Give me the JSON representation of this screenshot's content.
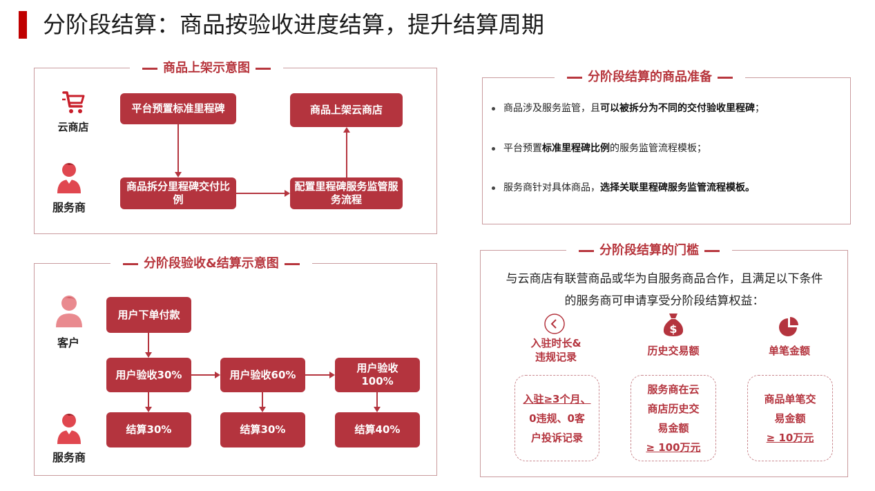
{
  "title": "分阶段结算：商品按验收进度结算，提升结算周期",
  "colors": {
    "accent": "#b4343e",
    "title_bar": "#c00000",
    "panel_border": "#c99a9d"
  },
  "listing": {
    "title": "商品上架示意图",
    "actors": [
      {
        "icon": "shopping-cart-icon",
        "label": "云商店"
      },
      {
        "icon": "service-provider-icon",
        "label": "服务商"
      }
    ],
    "boxes": [
      "平台预置标准里程碑",
      "商品拆分里程碑交付比例",
      "配置里程碑服务监管服务流程",
      "商品上架云商店"
    ]
  },
  "settlement": {
    "title": "分阶段验收&结算示意图",
    "actors": [
      {
        "icon": "customer-icon",
        "label": "客户"
      },
      {
        "icon": "service-provider-icon",
        "label": "服务商"
      }
    ],
    "order_box": "用户下单付款",
    "accept_boxes": [
      "用户验收30%",
      "用户验收60%",
      "用户验收100%"
    ],
    "settle_boxes": [
      "结算30%",
      "结算30%",
      "结算40%"
    ]
  },
  "preparation": {
    "title": "分阶段结算的商品准备",
    "bullets": [
      {
        "pre": "商品涉及服务监管，且",
        "bold": "可以被拆分为不同的交付验收里程碑",
        "post": "；"
      },
      {
        "pre": "平台预置",
        "bold": "标准里程碑比例",
        "post": "的服务监管流程模板；"
      },
      {
        "pre": "服务商针对具体商品，",
        "bold": "选择关联里程碑服务监管流程模板。",
        "post": ""
      }
    ]
  },
  "threshold": {
    "title": "分阶段结算的门槛",
    "intro_line1": "与云商店有联营商品或华为自服务商品合作，且满足以下条件",
    "intro_line2": "的服务商可申请享受分阶段结算权益：",
    "criteria": [
      {
        "icon": "chevron-left-circle-icon",
        "label_line1": "入驻时长&",
        "label_line2": "违规记录",
        "card_lines": [
          "入驻≥3个月、",
          "0违规、0客",
          "户投诉记录"
        ]
      },
      {
        "icon": "money-bag-icon",
        "label_line1": "历史交易额",
        "label_line2": "",
        "card_lines": [
          "服务商在云",
          "商店历史交",
          "易金额",
          "≥ 100万元"
        ]
      },
      {
        "icon": "pie-chart-icon",
        "label_line1": "单笔金额",
        "label_line2": "",
        "card_lines": [
          "商品单笔交",
          "易金额",
          "≥ 10万元"
        ]
      }
    ]
  }
}
